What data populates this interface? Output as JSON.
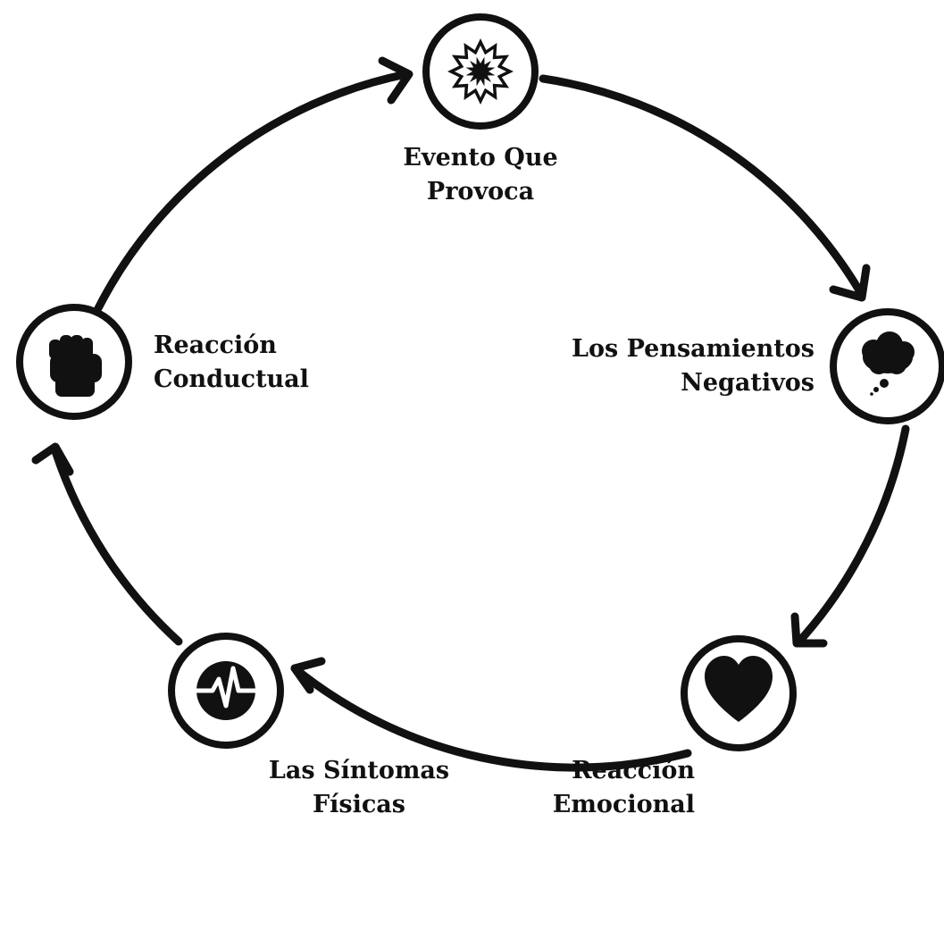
{
  "diagram": {
    "colors": {
      "stroke": "#111111",
      "fill": "#ffffff"
    },
    "nodes": [
      {
        "id": "evento",
        "icon": "starburst-icon",
        "label_lines": [
          "Evento Que",
          "Provoca"
        ]
      },
      {
        "id": "pensamientos",
        "icon": "thought-cloud-icon",
        "label_lines": [
          "Los Pensamientos",
          "Negativos"
        ]
      },
      {
        "id": "emocional",
        "icon": "heart-icon",
        "label_lines": [
          "Reacción",
          "Emocional"
        ]
      },
      {
        "id": "sintomas",
        "icon": "heartbeat-icon",
        "label_lines": [
          "Las Síntomas",
          "Físicas"
        ]
      },
      {
        "id": "conductual",
        "icon": "fist-icon",
        "label_lines": [
          "Reacción",
          "Conductual"
        ]
      }
    ]
  }
}
